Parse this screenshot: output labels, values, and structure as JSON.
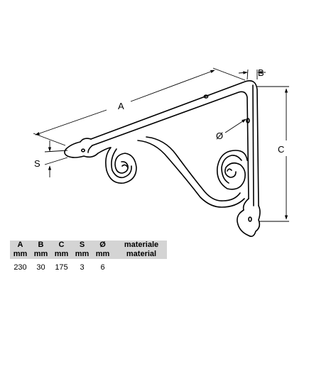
{
  "dimension_labels": {
    "a": "A",
    "b": "B",
    "c": "C",
    "s": "S",
    "diameter": "Ø"
  },
  "table": {
    "columns": [
      {
        "symbol": "A",
        "unit": "mm",
        "value": "230"
      },
      {
        "symbol": "B",
        "unit": "mm",
        "value": "30"
      },
      {
        "symbol": "C",
        "unit": "mm",
        "value": "175"
      },
      {
        "symbol": "S",
        "unit": "mm",
        "value": "3"
      },
      {
        "symbol": "Ø",
        "unit": "mm",
        "value": "6"
      }
    ],
    "material_label_it": "materiale",
    "material_label_en": "material"
  },
  "colors": {
    "line": "#000000",
    "header_bg": "#d4d4d4",
    "background": "#ffffff"
  }
}
